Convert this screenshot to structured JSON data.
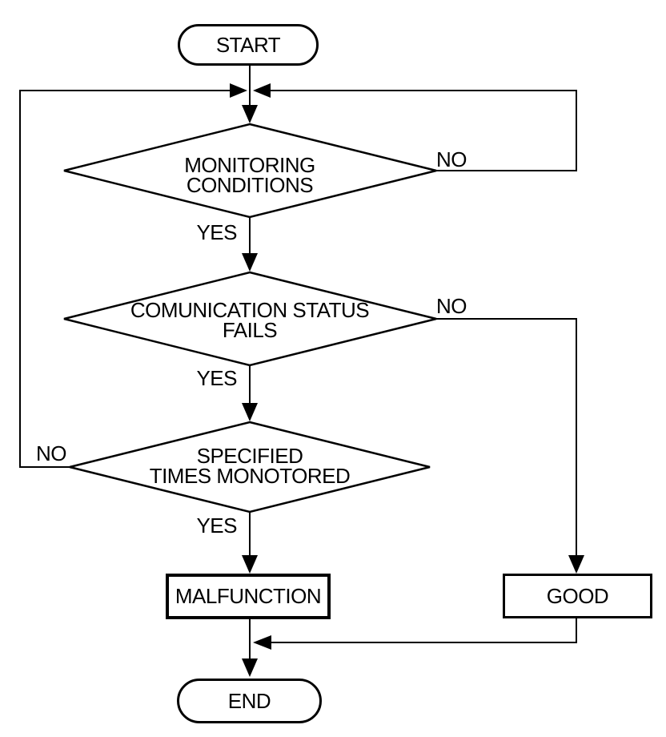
{
  "nodes": {
    "start": {
      "label": "START"
    },
    "end": {
      "label": "END"
    },
    "decision_monitoring": {
      "line1": "MONITORING",
      "line2": "CONDITIONS"
    },
    "decision_communication": {
      "line1": "COMUNICATION STATUS",
      "line2": "FAILS"
    },
    "decision_specified": {
      "line1": "SPECIFIED",
      "line2": "TIMES MONOTORED"
    },
    "malfunction": {
      "label": "MALFUNCTION"
    },
    "good": {
      "label": "GOOD"
    }
  },
  "edges": {
    "monitoring_yes": "YES",
    "monitoring_no": "NO",
    "communication_yes": "YES",
    "communication_no": "NO",
    "specified_yes": "YES",
    "specified_no": "NO"
  },
  "colors": {
    "line": "#000000",
    "background": "#ffffff",
    "text": "#000000"
  }
}
